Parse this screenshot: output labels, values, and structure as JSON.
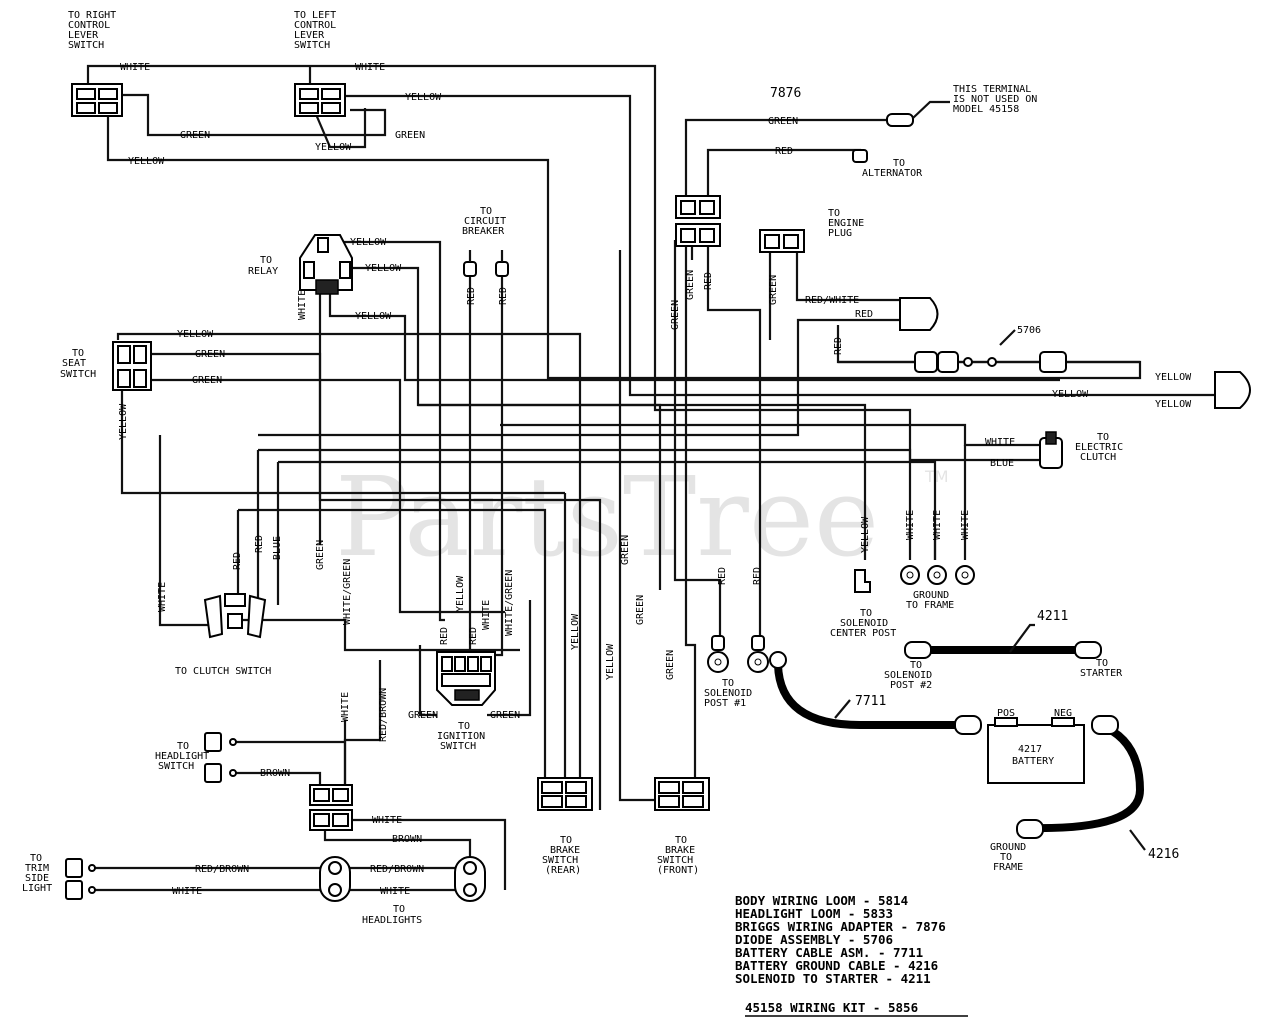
{
  "watermark": {
    "text": "PartsTree",
    "tm": "TM"
  },
  "part_numbers": {
    "adapter": "7876",
    "diode": "5706",
    "solenoid_cable": "4211",
    "battery_cable": "7711",
    "ground_cable": "4216",
    "battery_model": "4217"
  },
  "labels": {
    "right_lever": [
      "TO RIGHT",
      "CONTROL",
      "LEVER",
      "SWITCH"
    ],
    "left_lever": [
      "TO LEFT",
      "CONTROL",
      "LEVER",
      "SWITCH"
    ],
    "terminal_note": [
      "THIS TERMINAL",
      "IS NOT USED ON",
      "MODEL 45158"
    ],
    "alternator": [
      "TO",
      "ALTERNATOR"
    ],
    "engine_plug": [
      "TO",
      "ENGINE",
      "PLUG"
    ],
    "circuit_breaker": [
      "TO",
      "CIRCUIT",
      "BREAKER"
    ],
    "relay": [
      "TO",
      "RELAY"
    ],
    "seat_switch": [
      "TO",
      "SEAT",
      "SWITCH"
    ],
    "electric_clutch": [
      "TO",
      "ELECTRIC",
      "CLUTCH"
    ],
    "clutch_switch": "TO CLUTCH SWITCH",
    "ignition_switch": [
      "TO",
      "IGNITION",
      "SWITCH"
    ],
    "headlight_switch": [
      "TO",
      "HEADLIGHT",
      "SWITCH"
    ],
    "trim_side_light": [
      "TO",
      "TRIM",
      "SIDE",
      "LIGHT"
    ],
    "headlights": [
      "TO",
      "HEADLIGHTS"
    ],
    "brake_rear": [
      "TO",
      "BRAKE",
      "SWITCH",
      "(REAR)"
    ],
    "brake_front": [
      "TO",
      "BRAKE",
      "SWITCH",
      "(FRONT)"
    ],
    "solenoid_post1": [
      "TO",
      "SOLENOID",
      "POST #1"
    ],
    "solenoid_center": [
      "TO",
      "SOLENOID",
      "CENTER POST"
    ],
    "ground_frame_top": [
      "GROUND",
      "TO FRAME"
    ],
    "solenoid_post2": [
      "TO",
      "SOLENOID",
      "POST #2"
    ],
    "starter": [
      "TO",
      "STARTER"
    ],
    "battery": "BATTERY",
    "pos": "POS",
    "neg": "NEG",
    "ground_frame_bottom": [
      "GROUND",
      "TO",
      "FRAME"
    ]
  },
  "wire_colors": {
    "white": "WHITE",
    "yellow": "YELLOW",
    "green": "GREEN",
    "red": "RED",
    "blue": "BLUE",
    "brown": "BROWN",
    "red_white": "RED/WHITE",
    "red_brown": "RED/BROWN",
    "white_green": "WHITE/GREEN"
  },
  "parts_list": [
    "BODY WIRING LOOM - 5814",
    "HEADLIGHT LOOM - 5833",
    "BRIGGS WIRING ADAPTER - 7876",
    "DIODE ASSEMBLY - 5706",
    "BATTERY CABLE ASM. - 7711",
    "BATTERY GROUND CABLE - 4216",
    "SOLENOID TO STARTER - 4211"
  ],
  "kit_title": "45158 WIRING KIT - 5856"
}
